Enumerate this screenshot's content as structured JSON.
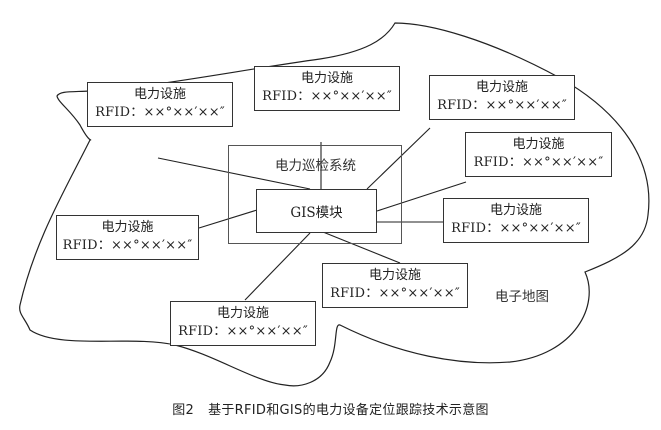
{
  "diagram": {
    "map_label": "电子地图",
    "system_label": "电力巡检系统",
    "gis_label": "GIS模块",
    "facilities": [
      {
        "id": "top-left",
        "title": "电力设施",
        "rfid": "RFID：××°××′××″"
      },
      {
        "id": "top-center",
        "title": "电力设施",
        "rfid": "RFID：××°××′××″"
      },
      {
        "id": "top-right",
        "title": "电力设施",
        "rfid": "RFID：××°××′××″"
      },
      {
        "id": "right-upper",
        "title": "电力设施",
        "rfid": "RFID：××°××′××″"
      },
      {
        "id": "right-middle",
        "title": "电力设施",
        "rfid": "RFID：××°××′××″"
      },
      {
        "id": "left",
        "title": "电力设施",
        "rfid": "RFID：××°××′××″"
      },
      {
        "id": "bottom-center",
        "title": "电力设施",
        "rfid": "RFID：××°××′××″"
      },
      {
        "id": "bottom-left",
        "title": "电力设施",
        "rfid": "RFID：××°××′××″"
      }
    ],
    "connections": [
      {
        "from": "gis",
        "to": "top-left"
      },
      {
        "from": "gis",
        "to": "top-center"
      },
      {
        "from": "gis",
        "to": "top-right"
      },
      {
        "from": "gis",
        "to": "right-upper"
      },
      {
        "from": "gis",
        "to": "right-middle"
      },
      {
        "from": "gis",
        "to": "left"
      },
      {
        "from": "gis",
        "to": "bottom-center"
      },
      {
        "from": "gis",
        "to": "bottom-left"
      }
    ]
  },
  "caption": {
    "number": "图2",
    "text": "基于RFID和GIS的电力设备定位跟踪技术示意图"
  }
}
